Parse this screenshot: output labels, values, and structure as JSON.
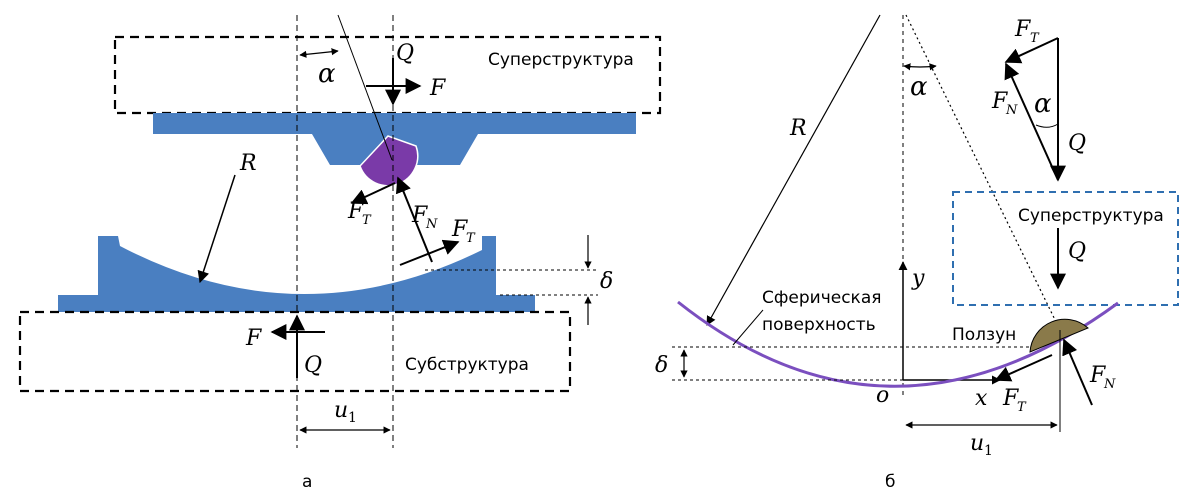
{
  "panel_a": {
    "caption": "а",
    "superstructure_label": "Суперструктура",
    "substructure_label": "Субструктура",
    "symbols": {
      "R": "R",
      "alpha": "α",
      "Q_top": "Q",
      "F_top": "F",
      "F_bottom": "F",
      "Q_bottom": "Q",
      "F_T_left": "F",
      "F_T_left_sub": "T",
      "F_N": "F",
      "F_N_sub": "N",
      "F_T_right": "F",
      "F_T_right_sub": "T",
      "delta": "δ",
      "u": "u",
      "u_sub": "1"
    },
    "colors": {
      "steel": "#4a7fc1",
      "slider": "#7a3aa8"
    }
  },
  "panel_b": {
    "caption": "б",
    "superstructure_label": "Суперструктура",
    "spherical_label_1": "Сферическая",
    "spherical_label_2": "поверхность",
    "slider_label": "Ползун",
    "symbols": {
      "R": "R",
      "alpha": "α",
      "F_T_tri": "F",
      "F_T_tri_sub": "T",
      "F_N_tri": "F",
      "F_N_tri_sub": "N",
      "alpha_tri": "α",
      "Q_tri": "Q",
      "Q_box": "Q",
      "y": "y",
      "o": "o",
      "x": "x",
      "F_T_bottom": "F",
      "F_T_bottom_sub": "T",
      "F_N_bottom": "F",
      "F_N_bottom_sub": "N",
      "delta": "δ",
      "u": "u",
      "u_sub": "1"
    },
    "colors": {
      "surface": "#7b4fbf",
      "slider": "#8a7a4a",
      "box_border": "#2f6fb0"
    }
  }
}
